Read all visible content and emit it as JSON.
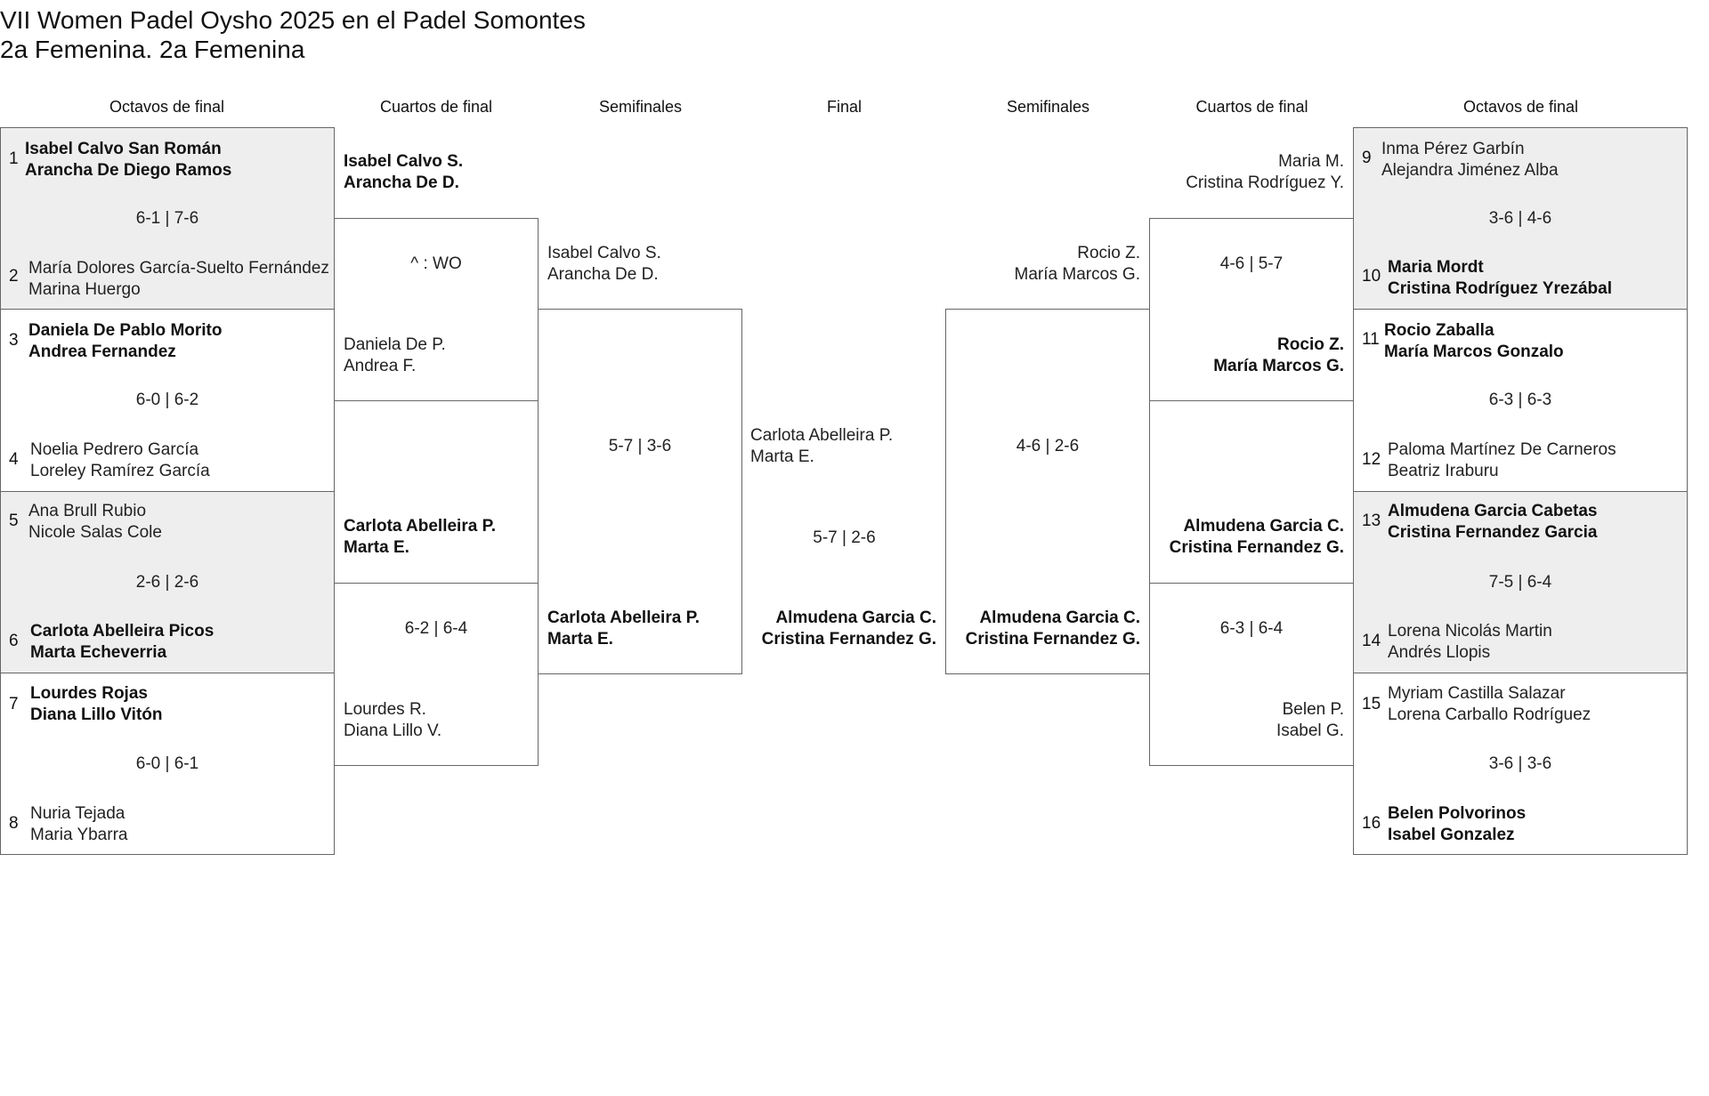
{
  "header": {
    "title": "VII Women Padel Oysho 2025 en el Padel Somontes",
    "subtitle": "2a Femenina. 2a Femenina"
  },
  "rounds": {
    "left_r16": "Octavos de final",
    "left_qf": "Cuartos de final",
    "left_sf": "Semifinales",
    "final": "Final",
    "right_sf": "Semifinales",
    "right_qf": "Cuartos de final",
    "right_r16": "Octavos de final"
  },
  "r16": [
    {
      "num_a": "1",
      "a1": "Isabel Calvo San Román",
      "a2": "Arancha De Diego Ramos",
      "num_b": "2",
      "b1": "María Dolores García-Suelto Fernández",
      "b2": "Marina Huergo",
      "score": "6-1 | 7-6",
      "winner": "a"
    },
    {
      "num_a": "3",
      "a1": "Daniela De Pablo Morito",
      "a2": "Andrea Fernandez",
      "num_b": "4",
      "b1": "Noelia Pedrero García",
      "b2": "Loreley Ramírez García",
      "score": "6-0 | 6-2",
      "winner": "a"
    },
    {
      "num_a": "5",
      "a1": "Ana Brull Rubio",
      "a2": "Nicole Salas Cole",
      "num_b": "6",
      "b1": "Carlota Abelleira Picos",
      "b2": "Marta Echeverria",
      "score": "2-6 | 2-6",
      "winner": "b"
    },
    {
      "num_a": "7",
      "a1": "Lourdes Rojas",
      "a2": "Diana Lillo Vitón",
      "num_b": "8",
      "b1": "Nuria Tejada",
      "b2": "Maria Ybarra",
      "score": "6-0 | 6-1",
      "winner": "a"
    },
    {
      "num_a": "9",
      "a1": "Inma Pérez Garbín",
      "a2": "Alejandra Jiménez Alba",
      "num_b": "10",
      "b1": "Maria Mordt",
      "b2": "Cristina Rodríguez Yrezábal",
      "score": "3-6 | 4-6",
      "winner": "b"
    },
    {
      "num_a": "11",
      "a1": "Rocio Zaballa",
      "a2": "María Marcos Gonzalo",
      "num_b": "12",
      "b1": "Paloma Martínez De Carneros",
      "b2": "Beatriz Iraburu",
      "score": "6-3 | 6-3",
      "winner": "a"
    },
    {
      "num_a": "13",
      "a1": "Almudena Garcia Cabetas",
      "a2": "Cristina Fernandez Garcia",
      "num_b": "14",
      "b1": "Lorena Nicolás Martin",
      "b2": "Andrés Llopis",
      "score": "7-5 | 6-4",
      "winner": "a"
    },
    {
      "num_a": "15",
      "a1": "Myriam Castilla Salazar",
      "a2": "Lorena Carballo Rodríguez",
      "num_b": "16",
      "b1": "Belen Polvorinos",
      "b2": "Isabel Gonzalez",
      "score": "3-6 | 3-6",
      "winner": "b"
    }
  ],
  "qf": [
    {
      "a1": "Isabel Calvo S.",
      "a2": "Arancha De D.",
      "b1": "Daniela De P.",
      "b2": "Andrea F.",
      "score": "^ : WO",
      "winner": "a"
    },
    {
      "a1": "Carlota Abelleira P.",
      "a2": "Marta E.",
      "b1": "Lourdes R.",
      "b2": "Diana Lillo V.",
      "score": "6-2 | 6-4",
      "winner": "a"
    },
    {
      "a1": "Maria M.",
      "a2": "Cristina Rodríguez Y.",
      "b1": "Rocio Z.",
      "b2": "María Marcos G.",
      "score": "4-6 | 5-7",
      "winner": "b"
    },
    {
      "a1": "Almudena Garcia C.",
      "a2": "Cristina Fernandez G.",
      "b1": "Belen P.",
      "b2": "Isabel G.",
      "score": "6-3 | 6-4",
      "winner": "a"
    }
  ],
  "sf": [
    {
      "a1": "Isabel Calvo S.",
      "a2": "Arancha De D.",
      "b1": "Carlota Abelleira P.",
      "b2": "Marta E.",
      "score": "5-7 | 3-6",
      "winner": "b"
    },
    {
      "a1": "Rocio Z.",
      "a2": "María Marcos G.",
      "b1": "Almudena Garcia C.",
      "b2": "Cristina Fernandez G.",
      "score": "4-6 | 2-6",
      "winner": "b"
    }
  ],
  "final": {
    "a1": "Carlota Abelleira P.",
    "a2": "Marta E.",
    "b1": "Almudena Garcia C.",
    "b2": "Cristina Fernandez G.",
    "score": "5-7 | 2-6",
    "winner": "b"
  }
}
